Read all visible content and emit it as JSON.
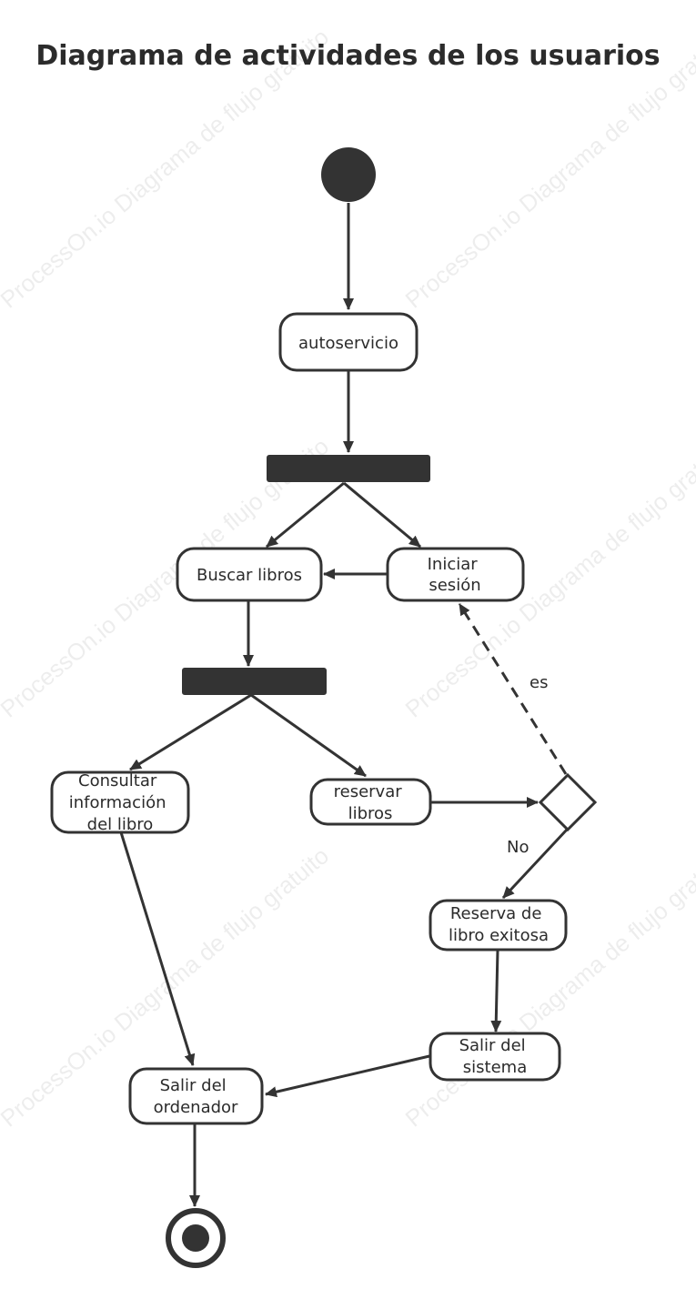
{
  "title": "Diagrama de actividades de los usuarios",
  "watermark": "ProcessOn.io Diagrama de flujo gratuito",
  "colors": {
    "stroke": "#2b2b2b",
    "fill": "#ffffff",
    "bar": "#333333",
    "watermark": "#000000"
  },
  "nodes": {
    "autoservicio": {
      "lines": [
        "autoservicio"
      ]
    },
    "buscar": {
      "lines": [
        "Buscar libros"
      ]
    },
    "iniciar": {
      "lines": [
        "Iniciar",
        "sesión"
      ]
    },
    "consultar": {
      "lines": [
        "Consultar",
        "información",
        "del libro"
      ]
    },
    "reservar": {
      "lines": [
        "reservar",
        "libros"
      ]
    },
    "reserva_exitosa": {
      "lines": [
        "Reserva de",
        "libro exitosa"
      ]
    },
    "salir_sistema": {
      "lines": [
        "Salir del",
        "sistema"
      ]
    },
    "salir_ordenador": {
      "lines": [
        "Salir del",
        "ordenador"
      ]
    }
  },
  "edge_labels": {
    "es": "es",
    "no": "No"
  }
}
